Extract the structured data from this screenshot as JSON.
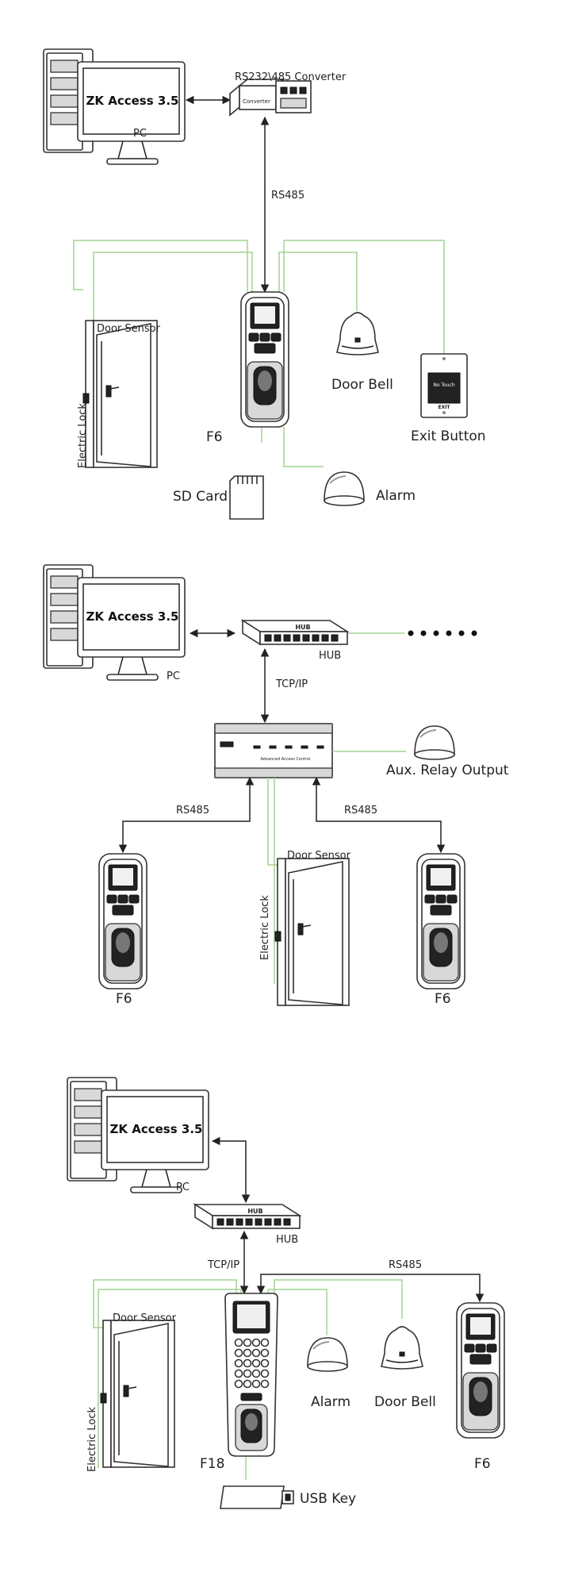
{
  "diagram1": {
    "screen_text": "ZK Access 3.5",
    "pc_label": "PC",
    "converter_label": "RS232\\485 Converter",
    "converter_chip_text": "Converter",
    "rs485_label": "RS485",
    "door_sensor_label": "Door Sensor",
    "electric_lock_label": "Electric Lock",
    "door_bell_label": "Door Bell",
    "exit_button_label": "Exit Button",
    "exit_face_top": "No Touch",
    "exit_face_bottom": "EXIT",
    "device_label": "F6",
    "sd_card_label": "SD Card",
    "alarm_label": "Alarm"
  },
  "diagram2": {
    "screen_text": "ZK Access 3.5",
    "pc_label": "PC",
    "hub_chip_text": "HUB",
    "hub_label": "HUB",
    "tcpip_label": "TCP/IP",
    "controller_text": "Advanced Access Control",
    "aux_label": "Aux. Relay Output",
    "rs485_left_label": "RS485",
    "rs485_right_label": "RS485",
    "door_sensor_label": "Door Sensor",
    "electric_lock_label": "Electric Lock",
    "device_left_label": "F6",
    "device_right_label": "F6"
  },
  "diagram3": {
    "screen_text": "ZK Access 3.5",
    "pc_label": "PC",
    "hub_chip_text": "HUB",
    "hub_label": "HUB",
    "tcpip_label": "TCP/IP",
    "rs485_label": "RS485",
    "door_sensor_label": "Door Sensor",
    "electric_lock_label": "Electric Lock",
    "alarm_label": "Alarm",
    "door_bell_label": "Door Bell",
    "f18_label": "F18",
    "f6_label": "F6",
    "usb_label": "USB Key"
  }
}
